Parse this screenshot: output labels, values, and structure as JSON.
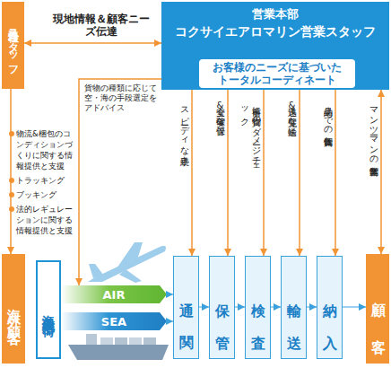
{
  "diagram": {
    "nodes": [
      {
        "text": [
          "当社海外スタッフ"
        ]
      },
      {
        "text": [
          "営業本部",
          "コクサイエアロマリン営業スタッフ"
        ]
      },
      {
        "text": [
          "お客様のニーズに基づいたトータルコーディネート"
        ],
        "in": 1
      },
      {
        "text": [
          "海外顧客"
        ]
      },
      {
        "text": [
          "海外現地出荷"
        ]
      },
      {
        "text": [
          "AIR"
        ]
      },
      {
        "text": [
          "SEA"
        ]
      },
      {
        "text": [
          "通関"
        ]
      },
      {
        "text": [
          "保管"
        ]
      },
      {
        "text": [
          "検査"
        ]
      },
      {
        "text": [
          "輸送"
        ]
      },
      {
        "text": [
          "納入"
        ]
      },
      {
        "text": [
          "顧客"
        ]
      }
    ],
    "edges": [
      {
        "from": 0,
        "to": 1,
        "arrow": "both",
        "label": "現地情報＆顧客ニーズ伝達"
      },
      {
        "from": 1,
        "to": 5,
        "arrow": "to",
        "label": "貨物の種類に応じて空・海の手段選定をアドバイス"
      },
      {
        "from": 0,
        "to": 3,
        "arrow": "to"
      },
      {
        "from": 5,
        "to": 7,
        "arrow": "to"
      },
      {
        "from": 6,
        "to": 7,
        "arrow": "to"
      },
      {
        "from": 1,
        "to": 7,
        "arrow": "to",
        "label": "スピーディな手続き"
      },
      {
        "from": 1,
        "to": 8,
        "arrow": "to",
        "label": "安全&確実な保管"
      },
      {
        "from": 1,
        "to": 9,
        "arrow": "to",
        "label": "事前に貨物のダメージチェック"
      },
      {
        "from": 1,
        "to": 10,
        "arrow": "to",
        "label": "迅速&完璧な輸送"
      },
      {
        "from": 1,
        "to": 11,
        "arrow": "to",
        "label": "納品までの責任体制"
      },
      {
        "from": 1,
        "to": 12,
        "arrow": "both",
        "label": "マンツーマンの営業体制"
      },
      {
        "from": 7,
        "to": 8,
        "arrow": "to"
      },
      {
        "from": 8,
        "to": 9,
        "arrow": "to"
      },
      {
        "from": 9,
        "to": 10,
        "arrow": "to"
      },
      {
        "from": 10,
        "to": 11,
        "arrow": "to"
      },
      {
        "from": 11,
        "to": 12,
        "arrow": "to"
      }
    ],
    "labels": [
      "物流&梱包のコンディションづくりに関する情報提供と支援",
      "トラッキング",
      "ブッキング",
      "法的レギュレーションに関する情報提供と支援"
    ]
  }
}
